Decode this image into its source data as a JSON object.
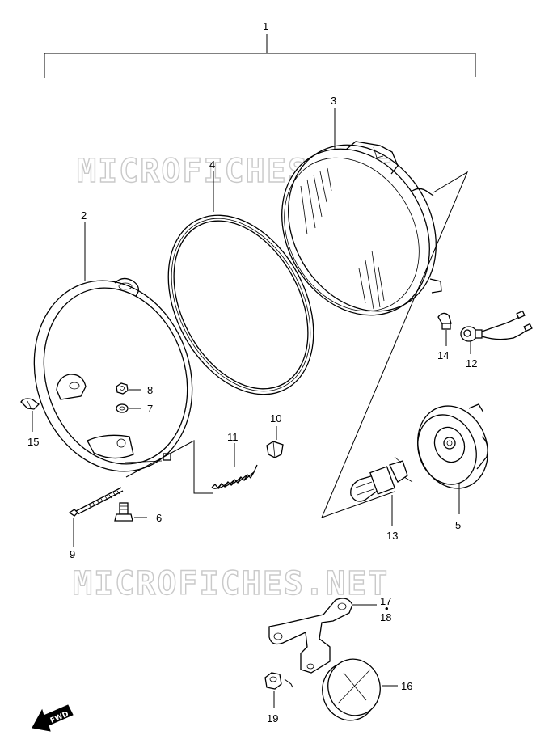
{
  "watermarks": [
    "MICROFICHES.NET",
    "MICROFICHES.NET"
  ],
  "callouts": {
    "c1": "1",
    "c2": "2",
    "c3": "3",
    "c4": "4",
    "c5": "5",
    "c6": "6",
    "c7": "7",
    "c8": "8",
    "c9": "9",
    "c10": "10",
    "c11": "11",
    "c12": "12",
    "c13": "13",
    "c14": "14",
    "c15": "15",
    "c16": "16",
    "c17": "17",
    "c17_dot": "•",
    "c18": "18",
    "c19": "19"
  },
  "fwd_label": "FWD"
}
